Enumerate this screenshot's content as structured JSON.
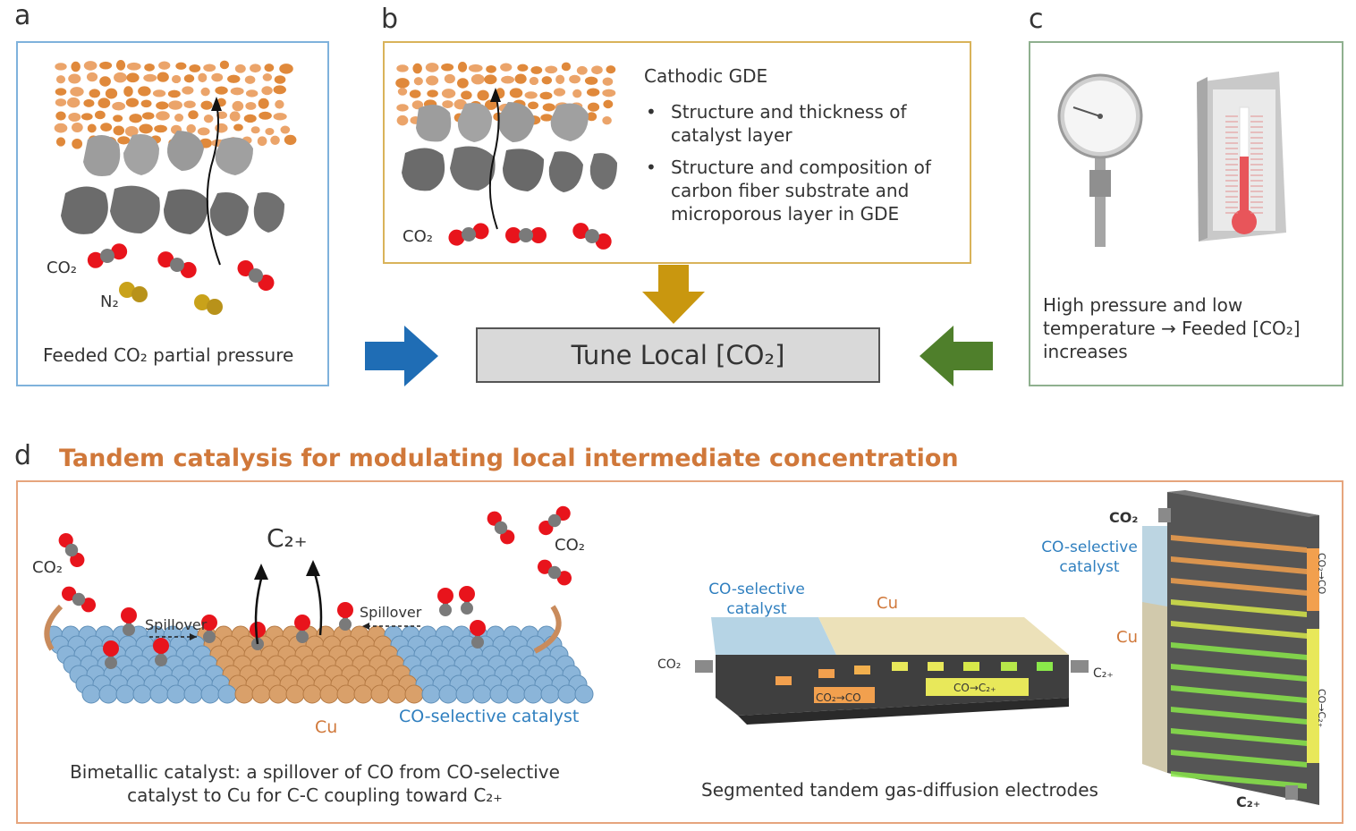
{
  "panels": {
    "a": {
      "letter": "a",
      "caption": "Feeded CO₂ partial pressure",
      "co2_label": "CO₂",
      "n2_label": "N₂"
    },
    "b": {
      "letter": "b",
      "heading": "Cathodic GDE",
      "co2_label": "CO₂",
      "bullets": [
        "Structure and thickness of catalyst layer",
        "Structure and composition of carbon fiber substrate and microporous layer in GDE"
      ]
    },
    "c": {
      "letter": "c",
      "caption": "High pressure and low temperature → Feeded [CO₂] increases"
    },
    "center": {
      "label": "Tune Local [CO₂]"
    },
    "d": {
      "letter": "d",
      "title": "Tandem catalysis for modulating local intermediate concentration",
      "left": {
        "co2_left": "CO₂",
        "co2_right": "CO₂",
        "product": "C₂₊",
        "spillover": "Spillover",
        "cu_label": "Cu",
        "co_selective_label": "CO-selective catalyst",
        "caption": "Bimetallic catalyst: a spillover of CO from CO-selective catalyst to Cu for C-C coupling toward C₂₊"
      },
      "right": {
        "co_selective_label": "CO-selective catalyst",
        "cu_label": "Cu",
        "co2_in": "CO₂",
        "c2_out": "C₂₊",
        "segment1": "CO₂→CO",
        "segment2": "CO→C₂₊",
        "co2_in_vertical": "CO₂",
        "c2_out_vertical": "C₂₊",
        "vertical_segment1": "CO₂→CO",
        "vertical_segment2": "CO→C₂₊",
        "vertical_co_selective": "CO-selective catalyst",
        "vertical_cu": "Cu",
        "caption": "Segmented tandem gas-diffusion electrodes"
      }
    }
  },
  "colors": {
    "arrow_blue": "#1f6db5",
    "arrow_gold": "#c9970f",
    "arrow_green": "#4f7f2b",
    "orange_particle": "#e0893b",
    "gray_particle": "#7d7d7d",
    "oxygen_red": "#e8141c",
    "carbon_gray": "#7a7a7a",
    "nitrogen_gold": "#c9a21a",
    "cu_tan": "#d9a06a",
    "co_blue": "#8bb5d9"
  }
}
